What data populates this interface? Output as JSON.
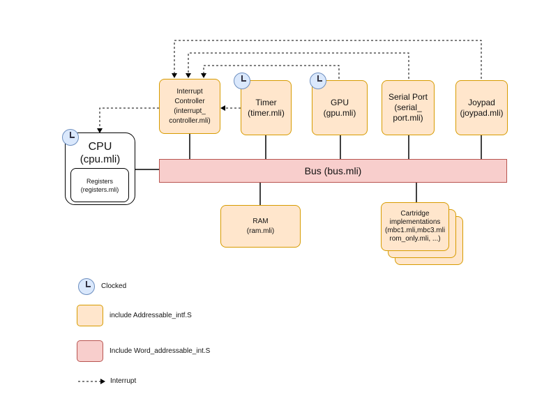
{
  "diagram": {
    "nodes": {
      "interrupt_controller": {
        "line1": "Interrupt",
        "line2": "Controller",
        "line3": "(interrupt_",
        "line4": "controller.mli)"
      },
      "timer": {
        "line1": "Timer",
        "line2": "(timer.mli)"
      },
      "gpu": {
        "line1": "GPU",
        "line2": "(gpu.mli)"
      },
      "serial_port": {
        "line1": "Serial Port",
        "line2": "(serial_",
        "line3": "port.mli)"
      },
      "joypad": {
        "line1": "Joypad",
        "line2": "(joypad.mli)"
      },
      "cpu": {
        "line1": "CPU",
        "line2": "(cpu.mli)"
      },
      "registers": {
        "line1": "Registers",
        "line2": "(registers.mli)"
      },
      "bus": {
        "label": "Bus (bus.mli)"
      },
      "ram": {
        "line1": "RAM",
        "line2": "(ram.mli)"
      },
      "cartridge": {
        "line1": "Cartridge",
        "line2": "implementations",
        "line3": "(mbc1.mli,mbc3.mli",
        "line4": "rom_only.mli, ...)"
      }
    },
    "legend": {
      "clocked": "Clocked",
      "addressable": "include Addressable_intf.S",
      "word_addressable": "Include Word_addressable_int.S",
      "interrupt": "Interrupt"
    },
    "colors": {
      "addressable_fill": "#ffe6cc",
      "addressable_stroke": "#d79b00",
      "word_fill": "#f8cecc",
      "word_stroke": "#b85450",
      "clock_fill": "#dae8fc",
      "clock_stroke": "#6c8ebf"
    }
  }
}
